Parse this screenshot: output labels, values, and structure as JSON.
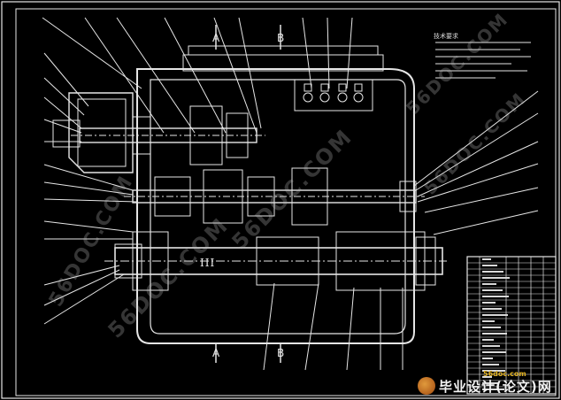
{
  "drawing": {
    "type": "CAD assembly drawing",
    "section_labels": [
      "A",
      "B",
      "A",
      "B"
    ],
    "notes_title": "技术要求",
    "shaft_label": "III"
  },
  "watermarks": [
    "56DOC.COM",
    "56DOC.COM",
    "56DOC.COM",
    "56DOC.COM",
    "56DOC.COM"
  ],
  "logo": {
    "text": "毕业设计(论文)网",
    "site": "56doc.com"
  },
  "colors": {
    "background": "#000000",
    "lines": "#e6e6e6",
    "watermark": "#bbbbbb",
    "logo_orange": "#c8661e"
  }
}
